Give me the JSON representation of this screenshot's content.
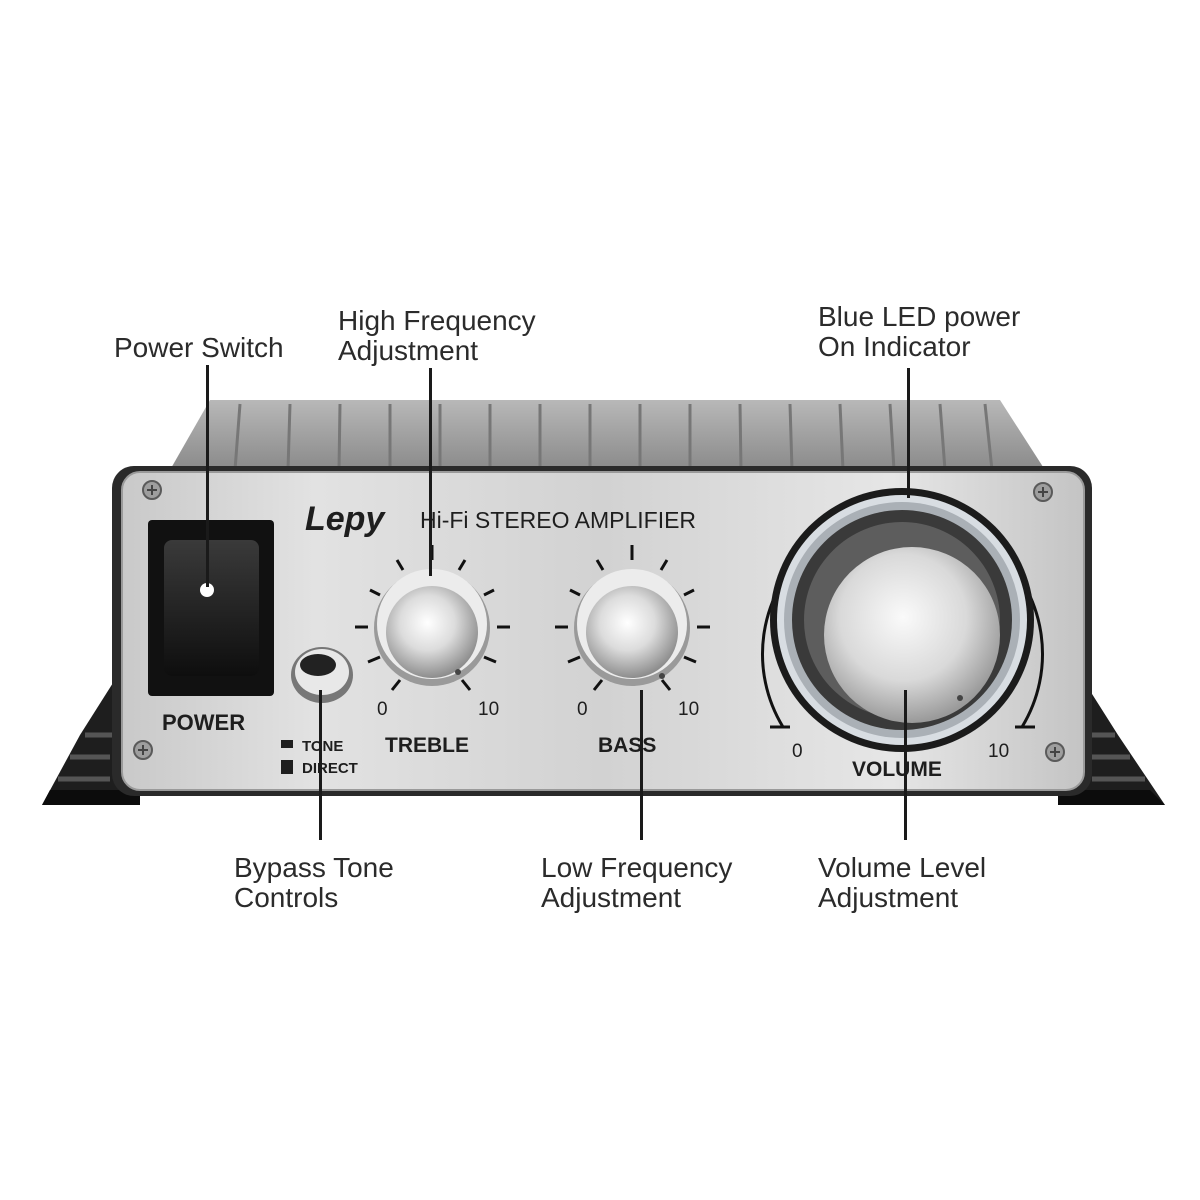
{
  "brand": {
    "logo": "Lepy",
    "model": "Hi-Fi STEREO AMPLIFIER"
  },
  "panel": {
    "power_label": "POWER",
    "tone_label": "TONE",
    "direct_label": "DIRECT",
    "treble": {
      "label": "TREBLE",
      "min": "0",
      "max": "10"
    },
    "bass": {
      "label": "BASS",
      "min": "0",
      "max": "10"
    },
    "volume": {
      "label": "VOLUME",
      "min": "0",
      "max": "10"
    }
  },
  "callouts": {
    "power_switch": {
      "lines": [
        "Power Switch"
      ]
    },
    "high_freq": {
      "lines": [
        "High Frequency",
        "Adjustment"
      ]
    },
    "blue_led": {
      "lines": [
        "Blue LED power",
        "On Indicator"
      ]
    },
    "bypass_tone": {
      "lines": [
        "Bypass Tone",
        "Controls"
      ]
    },
    "low_freq": {
      "lines": [
        "Low Frequency",
        "Adjustment"
      ]
    },
    "volume_level": {
      "lines": [
        "Volume Level",
        "Adjustment"
      ]
    }
  },
  "colors": {
    "panel": "#d6d6d6",
    "chassis": "#2a2a2a",
    "led_ring": "#e9eef2",
    "switch": "#151515"
  }
}
